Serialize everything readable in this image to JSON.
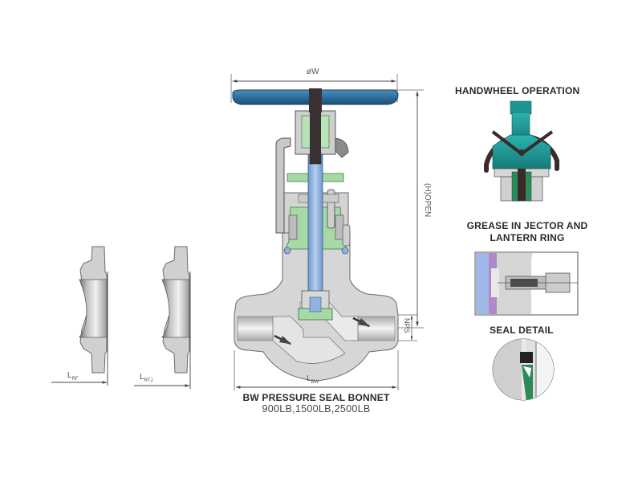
{
  "diagram": {
    "title": "BW PRESSURE SEAL BONNET",
    "subtitle": "900LB,1500LB,2500LB",
    "colors": {
      "body_gray": "#d8d8d8",
      "outline": "#6a6a6a",
      "handwheel_blue": "#2f6e9c",
      "stem_blue": "#8fb2e0",
      "packing_green": "#a6d9a6",
      "teal": "#1f9a98",
      "seal_green": "#2e8b57",
      "purple": "#8e3fa0"
    },
    "dimensions": {
      "handwheel_diameter": "øW",
      "height_open": "(H)OPEN",
      "nps": "NPS",
      "length_bw": "L",
      "length_bw_sub": "BW",
      "length_rf": "L",
      "length_rf_sub": "RF",
      "length_rtj": "L",
      "length_rtj_sub": "RTJ"
    },
    "details": [
      {
        "id": "handwheel",
        "label": "HANDWHEEL OPERATION"
      },
      {
        "id": "grease",
        "label_line1": "GREASE IN JECTOR AND",
        "label_line2": "LANTERN RING"
      },
      {
        "id": "seal",
        "label": "SEAL DETAIL"
      }
    ]
  }
}
